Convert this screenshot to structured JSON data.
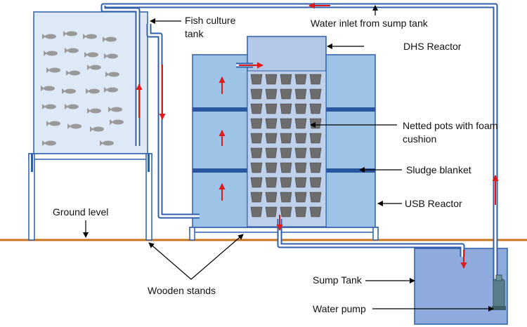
{
  "labels": {
    "fish_tank": "Fish culture tank",
    "water_inlet": "Water inlet from sump tank",
    "dhs_reactor": "DHS Reactor",
    "netted_pots": "Netted pots with foam cushion",
    "sludge_blanket": "Sludge blanket",
    "usb_reactor": "USB Reactor",
    "ground_level": "Ground level",
    "wooden_stands": "Wooden stands",
    "sump_tank": "Sump Tank",
    "water_pump": "Water pump"
  },
  "colors": {
    "pipe": "#2f5fa8",
    "pipe_inner": "#ffffff",
    "flow_arrow": "#e0191b",
    "ground": "#c8731e",
    "fish_tank_fill": "#dde9f6",
    "usb_fill": "#9dc3e6",
    "dhs_fill": "#b4c7e7",
    "sump_fill": "#8faadc",
    "sludge_band": "#2a56a0",
    "pot": "#6d6d6d",
    "fish": "#9a9a9a",
    "pump": "#5a7d8a"
  },
  "icons": {
    "fish": "fish-icon",
    "pot": "netted-pot-icon",
    "pump": "submersible-pump-icon"
  }
}
